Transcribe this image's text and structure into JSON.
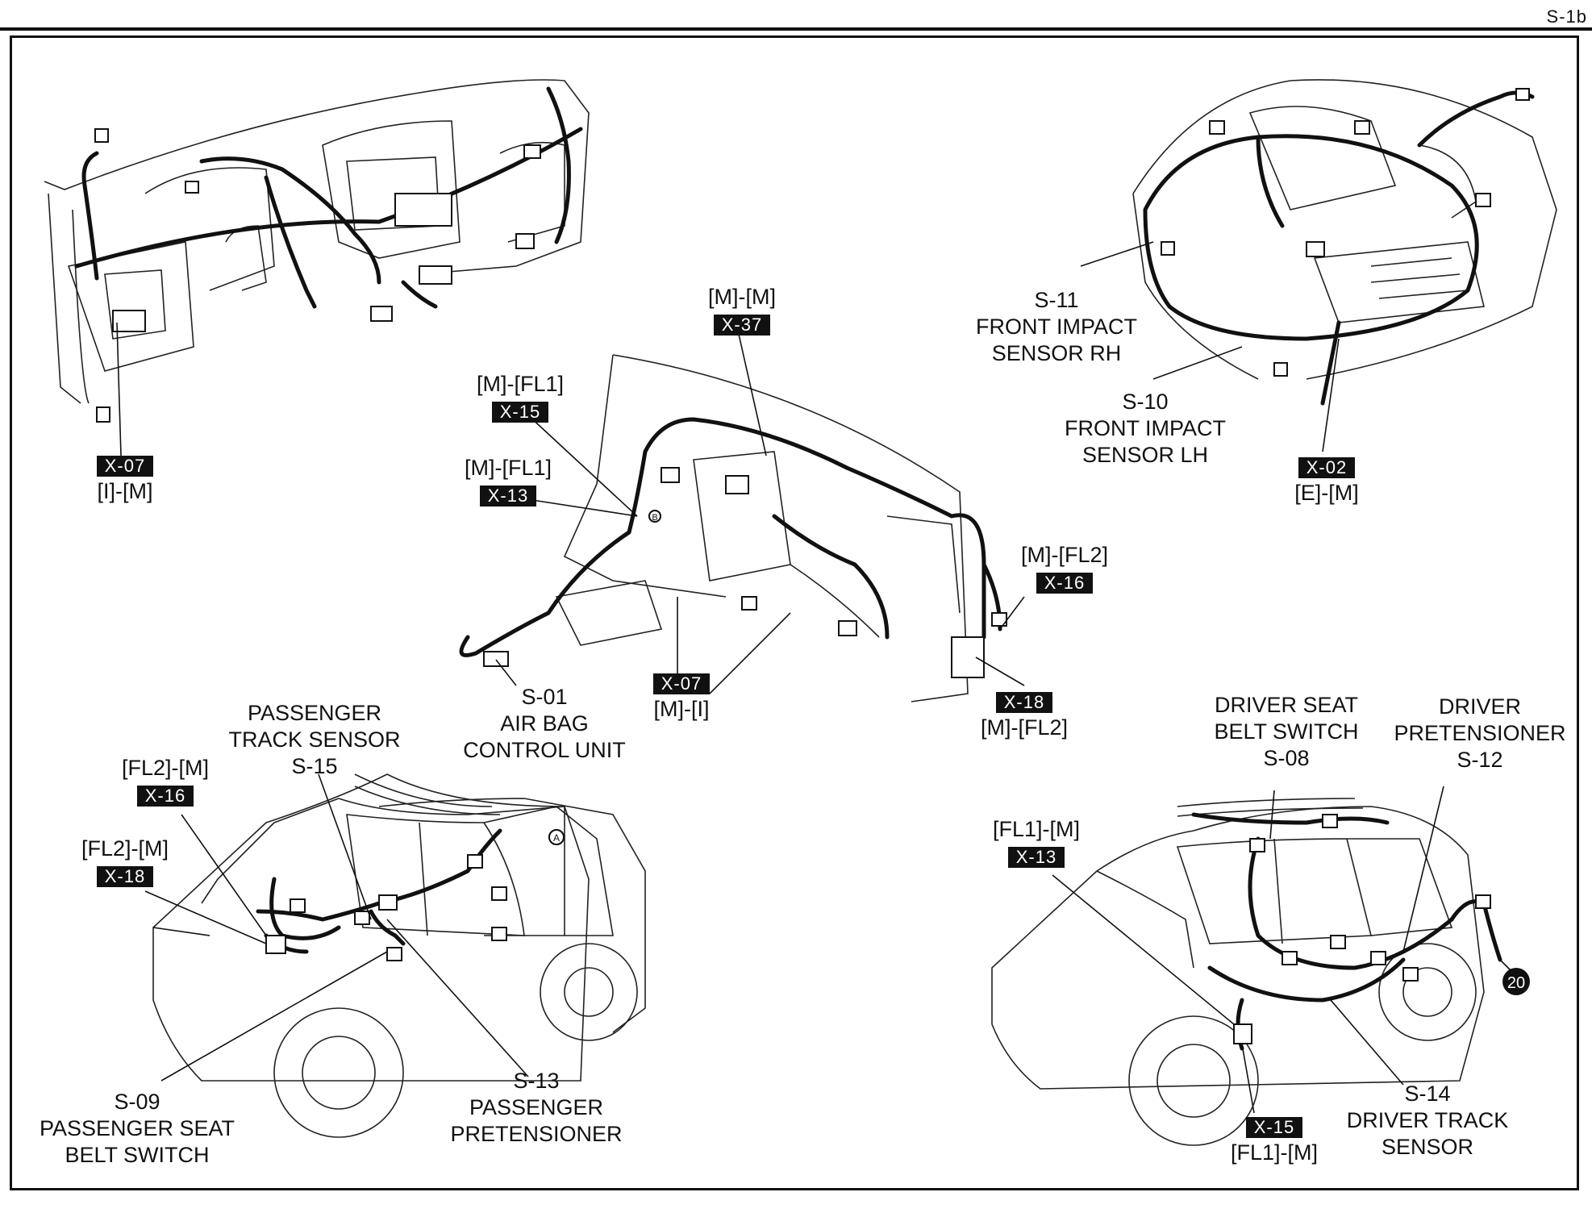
{
  "page_code": "S-1b",
  "labels": {
    "x07_left": {
      "tag": "X-07",
      "text": "[I]-[M]"
    },
    "x15_top": {
      "text": "[M]-[FL1]",
      "tag": "X-15"
    },
    "x13_top": {
      "text": "[M]-[FL1]",
      "tag": "X-13"
    },
    "x37": {
      "text": "[M]-[M]",
      "tag": "X-37"
    },
    "s11": {
      "line1": "S-11",
      "line2": "FRONT IMPACT",
      "line3": "SENSOR RH"
    },
    "s10": {
      "line1": "S-10",
      "line2": "FRONT IMPACT",
      "line3": "SENSOR LH"
    },
    "x02": {
      "tag": "X-02",
      "text": "[E]-[M]"
    },
    "x16_mid": {
      "text": "[M]-[FL2]",
      "tag": "X-16"
    },
    "x18_mid": {
      "tag": "X-18",
      "text": "[M]-[FL2]"
    },
    "x07_mid": {
      "tag": "X-07",
      "text": "[M]-[I]"
    },
    "s01": {
      "line1": "S-01",
      "line2": "AIR BAG",
      "line3": "CONTROL UNIT"
    },
    "s15": {
      "line1": "PASSENGER",
      "line2": "TRACK SENSOR",
      "line3": "S-15"
    },
    "x16_bl": {
      "text": "[FL2]-[M]",
      "tag": "X-16"
    },
    "x18_bl": {
      "text": "[FL2]-[M]",
      "tag": "X-18"
    },
    "s09": {
      "line1": "S-09",
      "line2": "PASSENGER SEAT",
      "line3": "BELT SWITCH"
    },
    "s13": {
      "line1": "S-13",
      "line2": "PASSENGER",
      "line3": "PRETENSIONER"
    },
    "s08": {
      "line1": "DRIVER SEAT",
      "line2": "BELT SWITCH",
      "line3": "S-08"
    },
    "s12": {
      "line1": "DRIVER",
      "line2": "PRETENSIONER",
      "line3": "S-12"
    },
    "x13_br": {
      "text": "[FL1]-[M]",
      "tag": "X-13"
    },
    "x15_br": {
      "tag": "X-15",
      "text": "[FL1]-[M]"
    },
    "s14": {
      "line1": "S-14",
      "line2": "DRIVER TRACK",
      "line3": "SENSOR"
    },
    "marker_20": "20",
    "marker_a": "A",
    "marker_b": "B"
  }
}
